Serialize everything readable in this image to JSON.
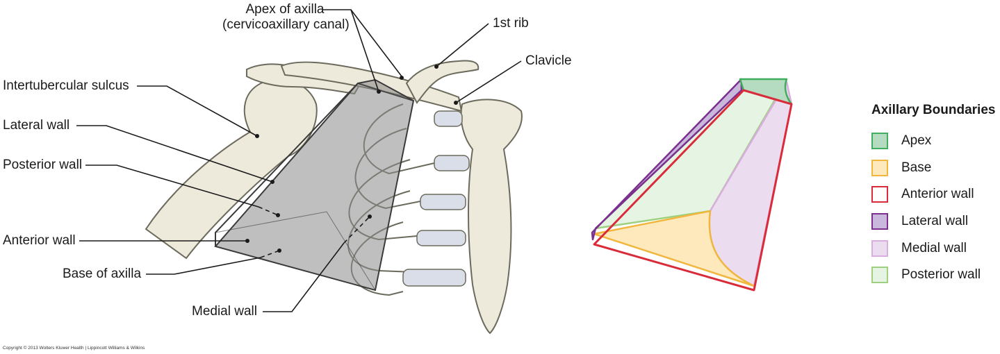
{
  "labels": {
    "apex": "Apex of axilla",
    "apex_sub": "(cervicoaxillary canal)",
    "first_rib": "1st rib",
    "clavicle": "Clavicle",
    "intertubercular": "Intertubercular sulcus",
    "lateral_wall": "Lateral wall",
    "posterior_wall": "Posterior wall",
    "anterior_wall": "Anterior wall",
    "base": "Base of axilla",
    "medial_wall": "Medial wall"
  },
  "legend": {
    "title": "Axillary Boundaries",
    "items": [
      {
        "label": "Apex",
        "fill": "#b5dcc0",
        "border": "#3fae5d"
      },
      {
        "label": "Base",
        "fill": "#fde9bb",
        "border": "#f1b63d"
      },
      {
        "label": "Anterior wall",
        "fill": "#ffffff",
        "border": "#d92b3a"
      },
      {
        "label": "Lateral wall",
        "fill": "#c9b7dc",
        "border": "#7b2f8e"
      },
      {
        "label": "Medial wall",
        "fill": "#ecdcef",
        "border": "#d7aedd"
      },
      {
        "label": "Posterior wall",
        "fill": "#e6f4e3",
        "border": "#9fd07f"
      }
    ]
  },
  "copyright": "Copyright © 2013 Wolters Kluwer Health | Lippincott Williams & Wilkins"
}
